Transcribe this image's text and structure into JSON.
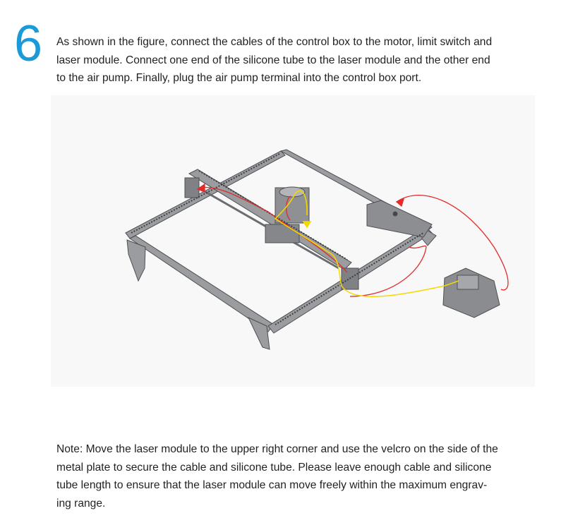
{
  "step_number": "6",
  "instructions": {
    "lines": [
      "As shown in the figure, connect the cables of the control box to the motor, limit switch and",
      "laser module. Connect one end of the silicone tube to the laser module and the other end",
      "to the air pump. Finally, plug the air pump terminal into the control box port."
    ]
  },
  "note": {
    "lines": [
      "Note: Move the laser module to the upper right corner and use the velcro on the side of the",
      "metal plate to secure the cable and silicone tube. Please leave enough cable and silicone",
      "tube length to ensure that the laser module can move freely within the maximum engrav-",
      "ing range."
    ]
  },
  "colors": {
    "accent": "#1a9ad6",
    "cable": "#e32b2b",
    "tube": "#f5d900",
    "frame": "#8a8c8f"
  }
}
